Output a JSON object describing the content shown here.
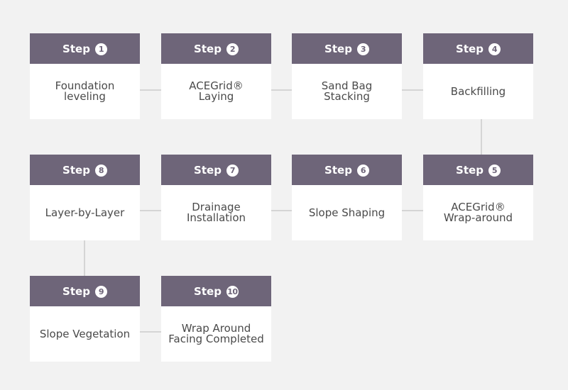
{
  "step_word": "Step",
  "steps": [
    {
      "number": "1",
      "lines": [
        "Foundation",
        "leveling"
      ]
    },
    {
      "number": "2",
      "lines": [
        "ACEGrid®",
        "Laying"
      ]
    },
    {
      "number": "3",
      "lines": [
        "Sand Bag",
        "Stacking"
      ]
    },
    {
      "number": "4",
      "lines": [
        "Backfilling"
      ]
    },
    {
      "number": "5",
      "lines": [
        "ACEGrid®",
        "Wrap-around"
      ]
    },
    {
      "number": "6",
      "lines": [
        "Slope Shaping"
      ]
    },
    {
      "number": "7",
      "lines": [
        "Drainage",
        "Installation"
      ]
    },
    {
      "number": "8",
      "lines": [
        "Layer-by-Layer"
      ]
    },
    {
      "number": "9",
      "lines": [
        "Slope Vegetation"
      ]
    },
    {
      "number": "10",
      "lines": [
        "Wrap Around",
        "Facing Completed"
      ]
    }
  ],
  "colors": {
    "background": "#f2f2f2",
    "header": "#6e6579",
    "card": "#ffffff",
    "text": "#4a4a4a",
    "connector": "#b8b8b8"
  }
}
